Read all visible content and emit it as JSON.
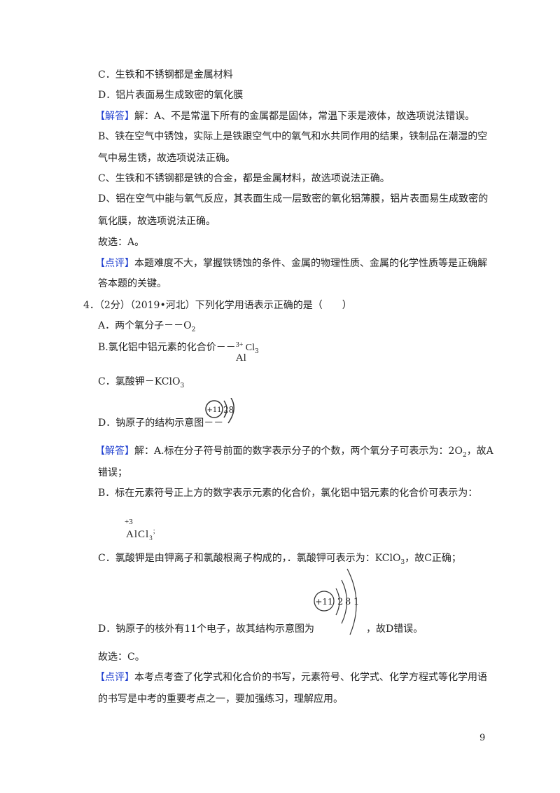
{
  "prev_question": {
    "option_c": "C．生铁和不锈钢都是金属材料",
    "option_d": "D．铝片表面易生成致密的氧化膜",
    "answer_tag": "【解答】",
    "answer_a": "解：A、不是常温下所有的金属都是固体，常温下汞是液体，故选项说法错误。",
    "answer_b1": "B、铁在空气中锈蚀，实际上是铁跟空气中的氧气和水共同作用的结果，铁制品在潮湿的空",
    "answer_b2": "气中易生锈，故选项说法正确。",
    "answer_c": "C、生铁和不锈钢都是铁的合金，都是金属材料，故选项说法正确。",
    "answer_d1": "D、铝在空气中能与氧气反应，其表面生成一层致密的氧化铝薄膜，铝片表面易生成致密的",
    "answer_d2": "氧化膜，故选项说法正确。",
    "choice": "故选：A。",
    "comment_tag": "【点评】",
    "comment1": "本题难度不大，掌握铁锈蚀的条件、金属的物理性质、金属的化学性质等是正确解",
    "comment2": "答本题的关键。"
  },
  "q4": {
    "stem": "4．（2分）（2019•河北）下列化学用语表示正确的是（　　）",
    "option_a": "A．两个氧分子－－O",
    "option_a_sub": "2",
    "option_b": "B.氯化铝中铝元素的化合价－－",
    "option_b_sup": "3+",
    "option_b_el": "Al",
    "option_b_rest": "Cl",
    "option_b_sub": "3",
    "option_c": "C．氯酸钾－KClO",
    "option_c_sub": "3",
    "option_d": "D．钠原子的结构示意图－－",
    "option_d_diagram": {
      "nucleus": "+11",
      "shells": "28"
    },
    "answer_tag": "【解答】",
    "answer_a1": "解：A.标在分子符号前面的数字表示分子的个数，两个氧分子可表示为：2O",
    "answer_a1_sub": "2",
    "answer_a1_end": "，故A",
    "answer_a2": "错误；",
    "answer_b": "B．标在元素符号正上方的数字表示元素的化合价，氯化铝中铝元素的化合价可表示为：",
    "formula_sup": "+3",
    "formula": "AlCl",
    "formula_sub": "3",
    "formula_end": ";",
    "answer_c": "C．氯酸钾是由钾离子和氯酸根离子构成的，．氯酸钾可表示为：KClO",
    "answer_c_sub": "3",
    "answer_c_end": "，故C正确；",
    "answer_d": "D．钠原子的核外有11个电子，故其结构示意图为",
    "answer_d_end": "，故D错误。",
    "answer_d_diagram": {
      "nucleus": "+11",
      "shells": [
        "2",
        "8",
        "1"
      ]
    },
    "choice": "故选：C。",
    "comment_tag": "【点评】",
    "comment1": "本考点考查了化学式和化合价的书写，元素符号、化学式、化学方程式等化学用语",
    "comment2": "的书写是中考的重要考点之一，要加强练习，理解应用。"
  },
  "page_number": "9"
}
